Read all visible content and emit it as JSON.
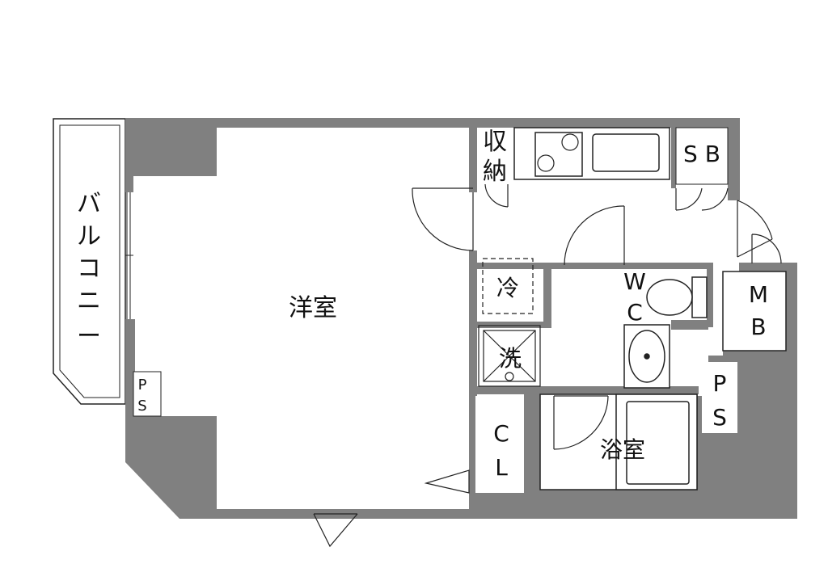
{
  "colors": {
    "wall": "#808080",
    "line": "#222222",
    "floor": "#ffffff"
  },
  "labels": {
    "balcony": [
      "バ",
      "ル",
      "コ",
      "ニ",
      "ー"
    ],
    "western_room": "洋室",
    "storage": [
      "収",
      "納"
    ],
    "fridge": "冷",
    "washer": "洗",
    "closet": [
      "C",
      "L"
    ],
    "wc": [
      "W",
      "C"
    ],
    "bath": "浴室",
    "sb": "S B",
    "mb": [
      "M",
      "B"
    ],
    "ps_small": [
      "P",
      "S"
    ],
    "ps_large": [
      "P",
      "S"
    ]
  },
  "icons": [
    "stove-burner-icon",
    "sink-icon",
    "toilet-icon",
    "washbasin-icon",
    "bathtub-icon",
    "washer-drain-icon"
  ]
}
